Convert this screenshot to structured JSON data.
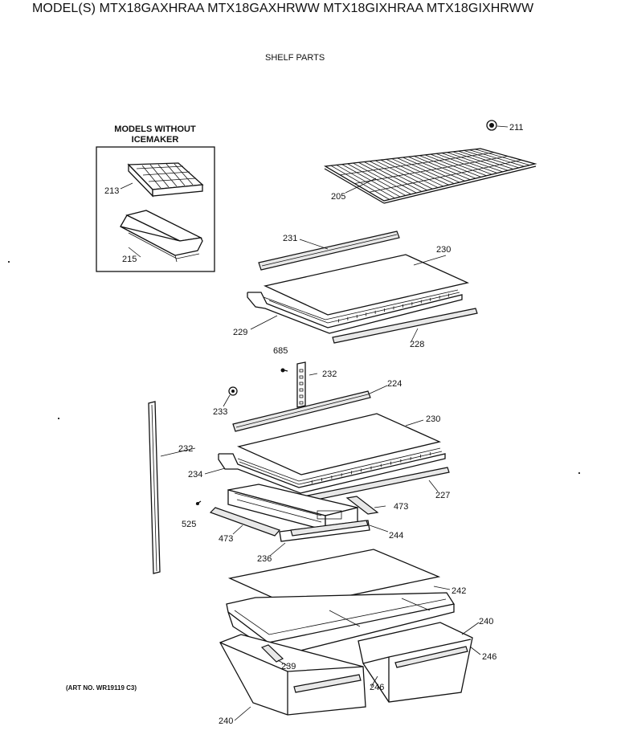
{
  "header": {
    "models": "MODEL(S) MTX18GAXHRAA  MTX18GAXHRWW  MTX18GIXHRAA  MTX18GIXHRWW",
    "section_title": "SHELF PARTS"
  },
  "inset": {
    "title_line1": "MODELS WITHOUT",
    "title_line2": "ICEMAKER"
  },
  "art_number": "(ART NO. WR19119 C3)",
  "callouts": {
    "p211": "211",
    "p205": "205",
    "p213": "213",
    "p215": "215",
    "p231": "231",
    "p230a": "230",
    "p229": "229",
    "p228": "228",
    "p685": "685",
    "p232a": "232",
    "p224": "224",
    "p233": "233",
    "p230b": "230",
    "p232b": "232",
    "p234": "234",
    "p227": "227",
    "p473a": "473",
    "p525": "525",
    "p473b": "473",
    "p244": "244",
    "p236": "236",
    "p242": "242",
    "p240a": "240",
    "p246a": "246",
    "p239": "239",
    "p246b": "246",
    "p240b": "240"
  }
}
